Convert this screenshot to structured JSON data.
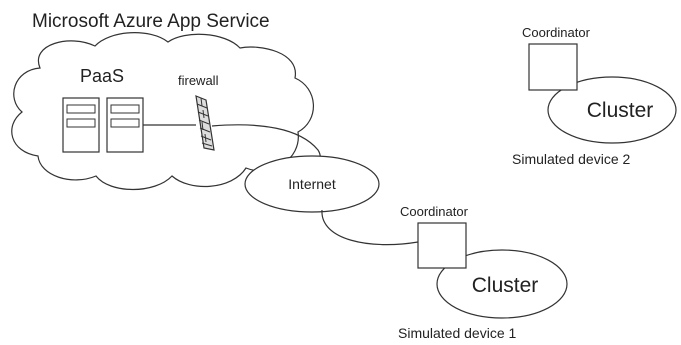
{
  "title": "Microsoft Azure App Service",
  "cloud": {
    "paas_label": "PaaS",
    "firewall_label": "firewall"
  },
  "internet_label": "Internet",
  "device1": {
    "coordinator_label": "Coordinator",
    "cluster_label": "Cluster",
    "caption": "Simulated device 1"
  },
  "device2": {
    "coordinator_label": "Coordinator",
    "cluster_label": "Cluster",
    "caption": "Simulated device 2"
  },
  "colors": {
    "stroke": "#333333",
    "text": "#222222",
    "background": "#ffffff"
  }
}
